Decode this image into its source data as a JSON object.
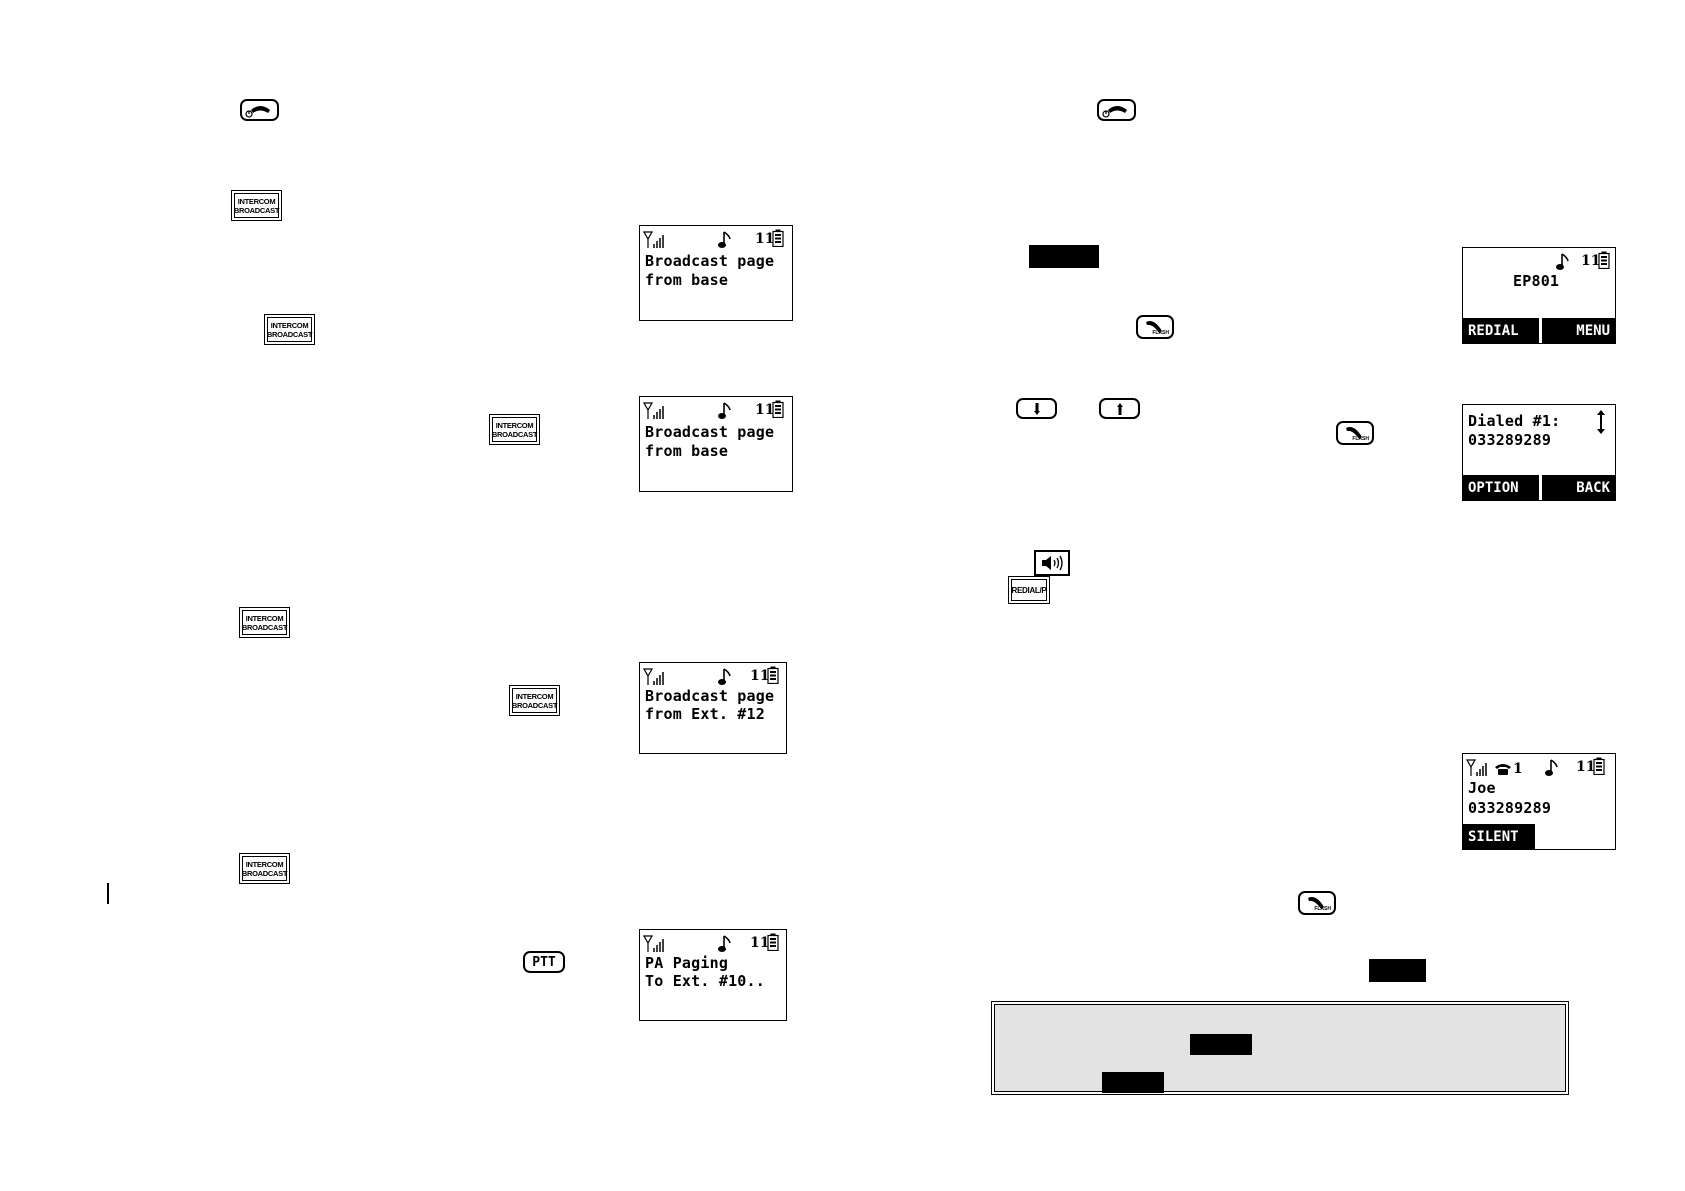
{
  "keys": {
    "intercom_label": "INTERCOM\nBROADCAST",
    "redial_label": "REDIAL/P",
    "ptt_label": "PTT",
    "flash_label": "FLASH"
  },
  "displays": {
    "broadcast_1": {
      "line1": "Broadcast page",
      "line2": "from base",
      "status_digits": "11"
    },
    "broadcast_2": {
      "line1": "Broadcast page",
      "line2": "from base",
      "status_digits": "11"
    },
    "broadcast_ext": {
      "line1": "Broadcast page",
      "line2": "from Ext. #12",
      "status_digits": "11"
    },
    "pa_paging": {
      "line1": "PA Paging",
      "line2": "To Ext. #10..",
      "status_digits": "11"
    },
    "idle": {
      "line1": "EP801",
      "status_digits": "11",
      "softkey_left": "REDIAL",
      "softkey_right": "MENU"
    },
    "dialed": {
      "line1": "Dialed #1:",
      "line2": "033289289",
      "softkey_left": "OPTION",
      "softkey_right": "BACK"
    },
    "incoming": {
      "line1": "Joe",
      "line2": "033289289",
      "status_digits": "11",
      "line_digit": "1",
      "softkey_left": "SILENT"
    }
  }
}
